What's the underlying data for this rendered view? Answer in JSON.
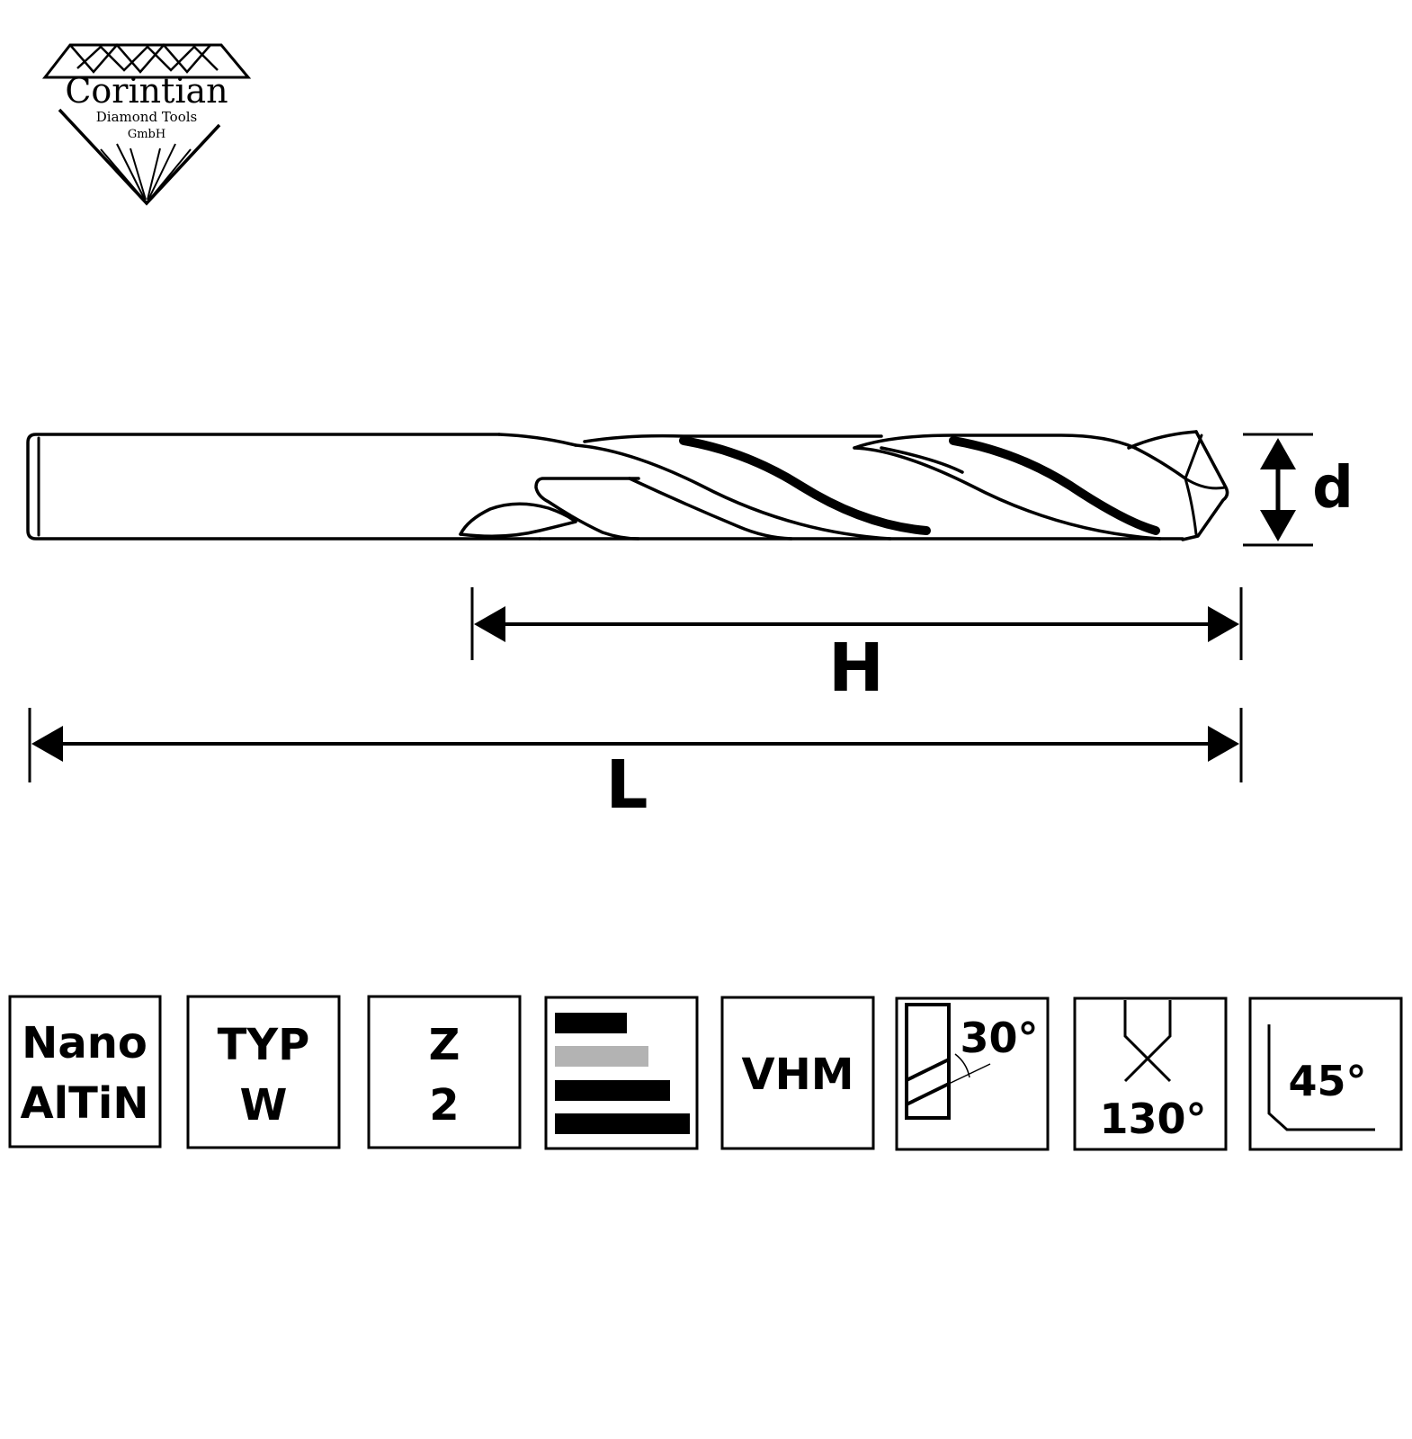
{
  "logo": {
    "name": "Corintian",
    "line2": "Diamond Tools",
    "line3": "GmbH"
  },
  "dimensions": {
    "diameter": "d",
    "flute_length": "H",
    "total_length": "L"
  },
  "icons": [
    {
      "type": "text2",
      "line1": "Nano",
      "line2": "AlTiN"
    },
    {
      "type": "text2",
      "line1": "TYP",
      "line2": "W"
    },
    {
      "type": "text2",
      "line1": "Z",
      "line2": "2"
    },
    {
      "type": "bars",
      "bar_colors": [
        "#000000",
        "#b3b3b3",
        "#000000",
        "#000000"
      ]
    },
    {
      "type": "text1",
      "line1": "VHM"
    },
    {
      "type": "helix",
      "angle_label": "30°"
    },
    {
      "type": "point",
      "angle_label": "130°"
    },
    {
      "type": "chamfer",
      "angle_label": "45°"
    }
  ]
}
